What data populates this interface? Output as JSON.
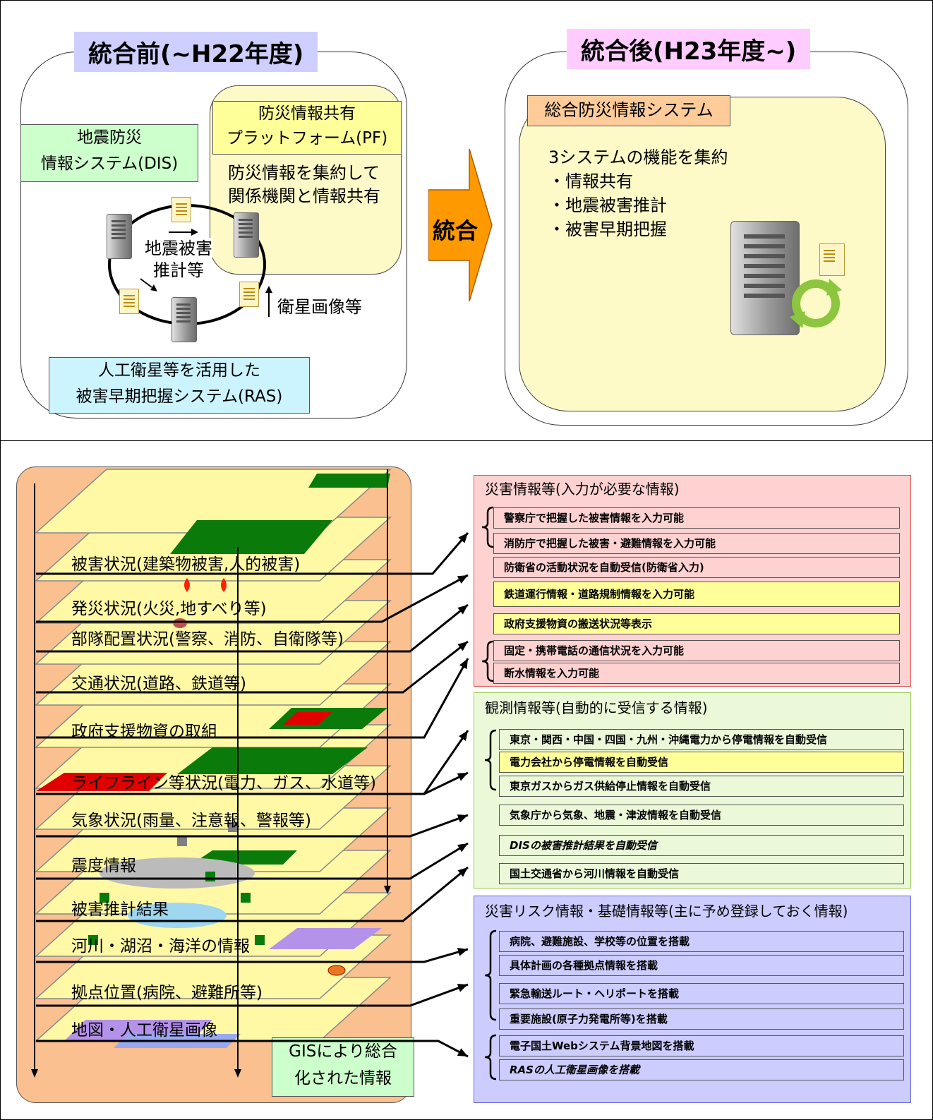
{
  "top": {
    "before": {
      "title": "統合前(~H22年度)",
      "dis_lines": [
        "地震防災",
        "情報システム(DIS)"
      ],
      "pf_title_lines": [
        "防災情報共有",
        "プラットフォーム(PF)"
      ],
      "pf_desc_lines": [
        "防災情報を集約して",
        "関係機関と情報共有"
      ],
      "damage_est_lines": [
        "地震被害",
        "推計等"
      ],
      "satellite_label": "衛星画像等",
      "ras_lines": [
        "人工衛星等を活用した",
        "被害早期把握システム(RAS)"
      ]
    },
    "arrow_label": "統合",
    "after": {
      "title": "統合後(H23年度~)",
      "system_name": "総合防災情報システム",
      "functions_heading": "3システムの機能を集約",
      "functions": [
        "・情報共有",
        "・地震被害推計",
        "・被害早期把握"
      ]
    }
  },
  "bottom": {
    "layers": [
      "被害状況(建築物被害,人的被害)",
      "発災状況(火災,地すべり等)",
      "部隊配置状況(警察、消防、自衛隊等)",
      "交通状況(道路、鉄道等)",
      "政府支援物資の取組",
      "ライフライン等状況(電力、ガス、水道等)",
      "気象状況(雨量、注意報、警報等)",
      "震度情報",
      "被害推計結果",
      "河川・湖沼・海洋の情報",
      "拠点位置(病院、避難所等)",
      "地図・人工衛星画像"
    ],
    "gis_label_lines": [
      "GISにより総合",
      "化された情報"
    ],
    "categories": [
      {
        "title": "災害情報等(入力が必要な情報)",
        "items": [
          "警察庁で把握した被害情報を入力可能",
          "消防庁で把握した被害・避難情報を入力可能",
          "防衛省の活動状況を自動受信(防衛省入力)",
          "鉄道運行情報・道路規制情報を入力可能",
          "政府支援物資の搬送状況等表示",
          "固定・携帯電話の通信状況を入力可能",
          "断水情報を入力可能"
        ]
      },
      {
        "title": "観測情報等(自動的に受信する情報)",
        "items": [
          "東京・関西・中国・四国・九州・沖縄電力から停電情報を自動受信",
          "電力会社から停電情報を自動受信",
          "東京ガスからガス供給停止情報を自動受信",
          "気象庁から気象、地震・津波情報を自動受信",
          "DISの被害推計結果を自動受信",
          "国土交通省から河川情報を自動受信"
        ]
      },
      {
        "title": "災害リスク情報・基礎情報等(主に予め登録しておく情報)",
        "items": [
          "病院、避難施設、学校等の位置を搭載",
          "具体計画の各種拠点情報を搭載",
          "緊急輸送ルート・ヘリポートを搭載",
          "重要施設(原子力発電所等)を搭載",
          "電子国土Webシステム背景地図を搭載",
          "RASの人工衛星画像を搭載"
        ]
      }
    ]
  }
}
